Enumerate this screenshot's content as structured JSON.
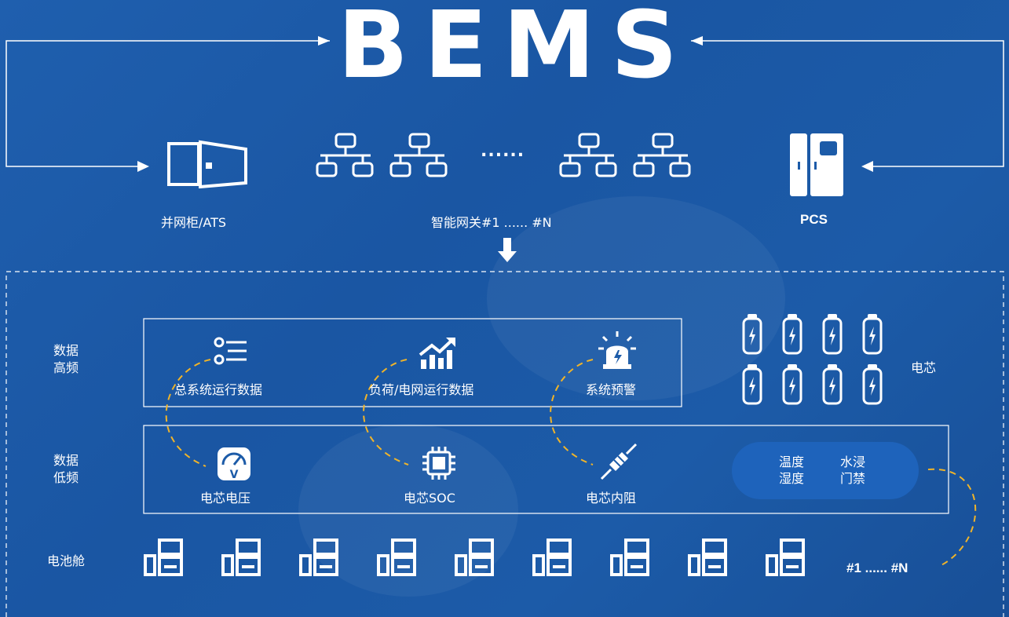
{
  "title": "BEMS",
  "devices": {
    "grid_cabinet": "并网柜/ATS",
    "gateway": "智能网关#1 ...... #N",
    "gateway_dots": "......",
    "pcs": "PCS"
  },
  "sections": {
    "high_freq": "数据\n高频",
    "low_freq": "数据\n低频",
    "battery_cabin": "电池舱",
    "battery_cell": "电芯"
  },
  "high_freq_items": [
    "总系统运行数据",
    "负荷/电网运行数据",
    "系统预警"
  ],
  "low_freq_items": [
    "电芯电压",
    "电芯SOC",
    "电芯内阻"
  ],
  "env_sensors": {
    "col1": "温度\n湿度",
    "col2": "水浸\n门禁"
  },
  "cabin_range": "#1 ...... #N",
  "colors": {
    "background": "#1c5ba8",
    "accent_dash": "#f0b429",
    "pill": "#1e63bb"
  }
}
